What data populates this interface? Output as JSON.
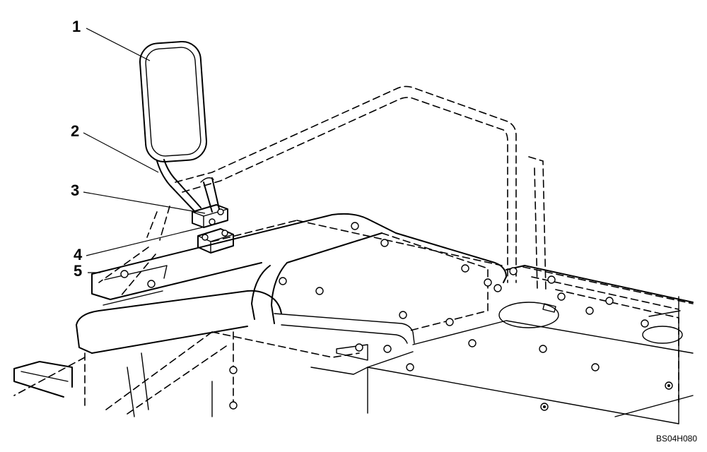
{
  "figure": {
    "callouts": [
      {
        "id": "1",
        "label": "1",
        "part": "mirror"
      },
      {
        "id": "2",
        "label": "2",
        "part": "mirror-stay"
      },
      {
        "id": "3",
        "label": "3",
        "part": "clamp"
      },
      {
        "id": "4",
        "label": "4",
        "part": "bracket-bolt"
      },
      {
        "id": "5",
        "label": "5",
        "part": "mount-plate"
      }
    ],
    "reference_code": "BS04H080"
  }
}
